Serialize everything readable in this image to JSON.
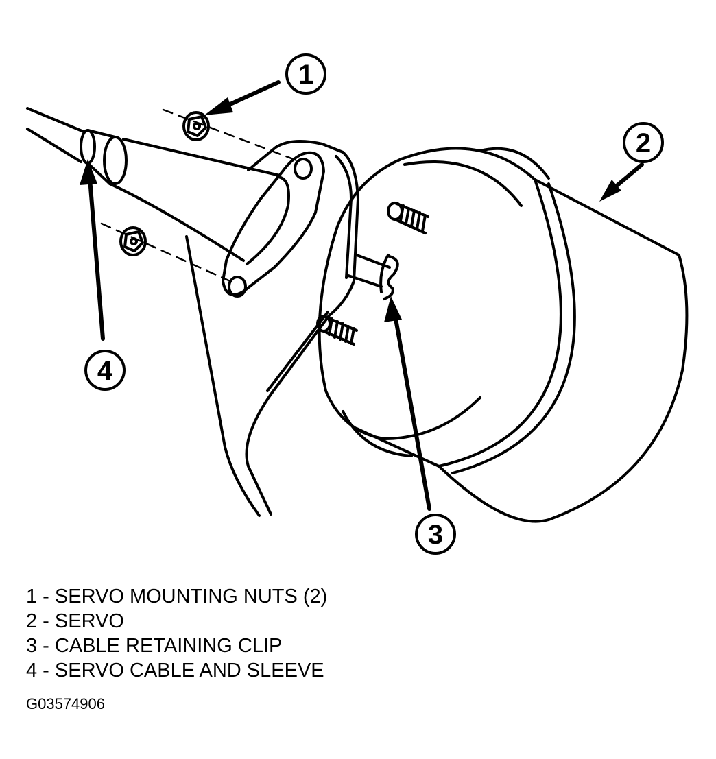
{
  "callouts": [
    {
      "number": "1"
    },
    {
      "number": "2"
    },
    {
      "number": "3"
    },
    {
      "number": "4"
    }
  ],
  "legend": [
    "1 - SERVO MOUNTING NUTS (2)",
    "2 - SERVO",
    "3 - CABLE RETAINING CLIP",
    "4 - SERVO CABLE AND SLEEVE"
  ],
  "figure_code": "G03574906"
}
